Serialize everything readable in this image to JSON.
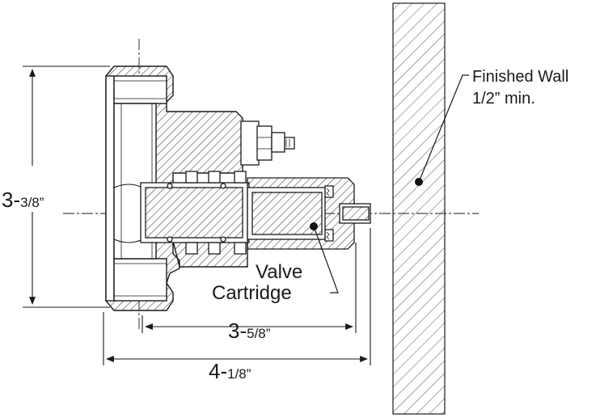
{
  "labels": {
    "finished_wall_line1": "Finished Wall",
    "finished_wall_line2": "1/2” min.",
    "valve_line1": "Valve",
    "valve_line2": "Cartridge"
  },
  "dimensions": {
    "height": {
      "whole": "3-",
      "fraction": "3/8”"
    },
    "body_depth": {
      "whole": "3-",
      "fraction": "5/8”"
    },
    "overall_depth": {
      "whole": "4-",
      "fraction": "1/8”"
    }
  },
  "colors": {
    "line": "#1a1a1a",
    "hatch": "#2a2a2a",
    "background": "#ffffff"
  }
}
